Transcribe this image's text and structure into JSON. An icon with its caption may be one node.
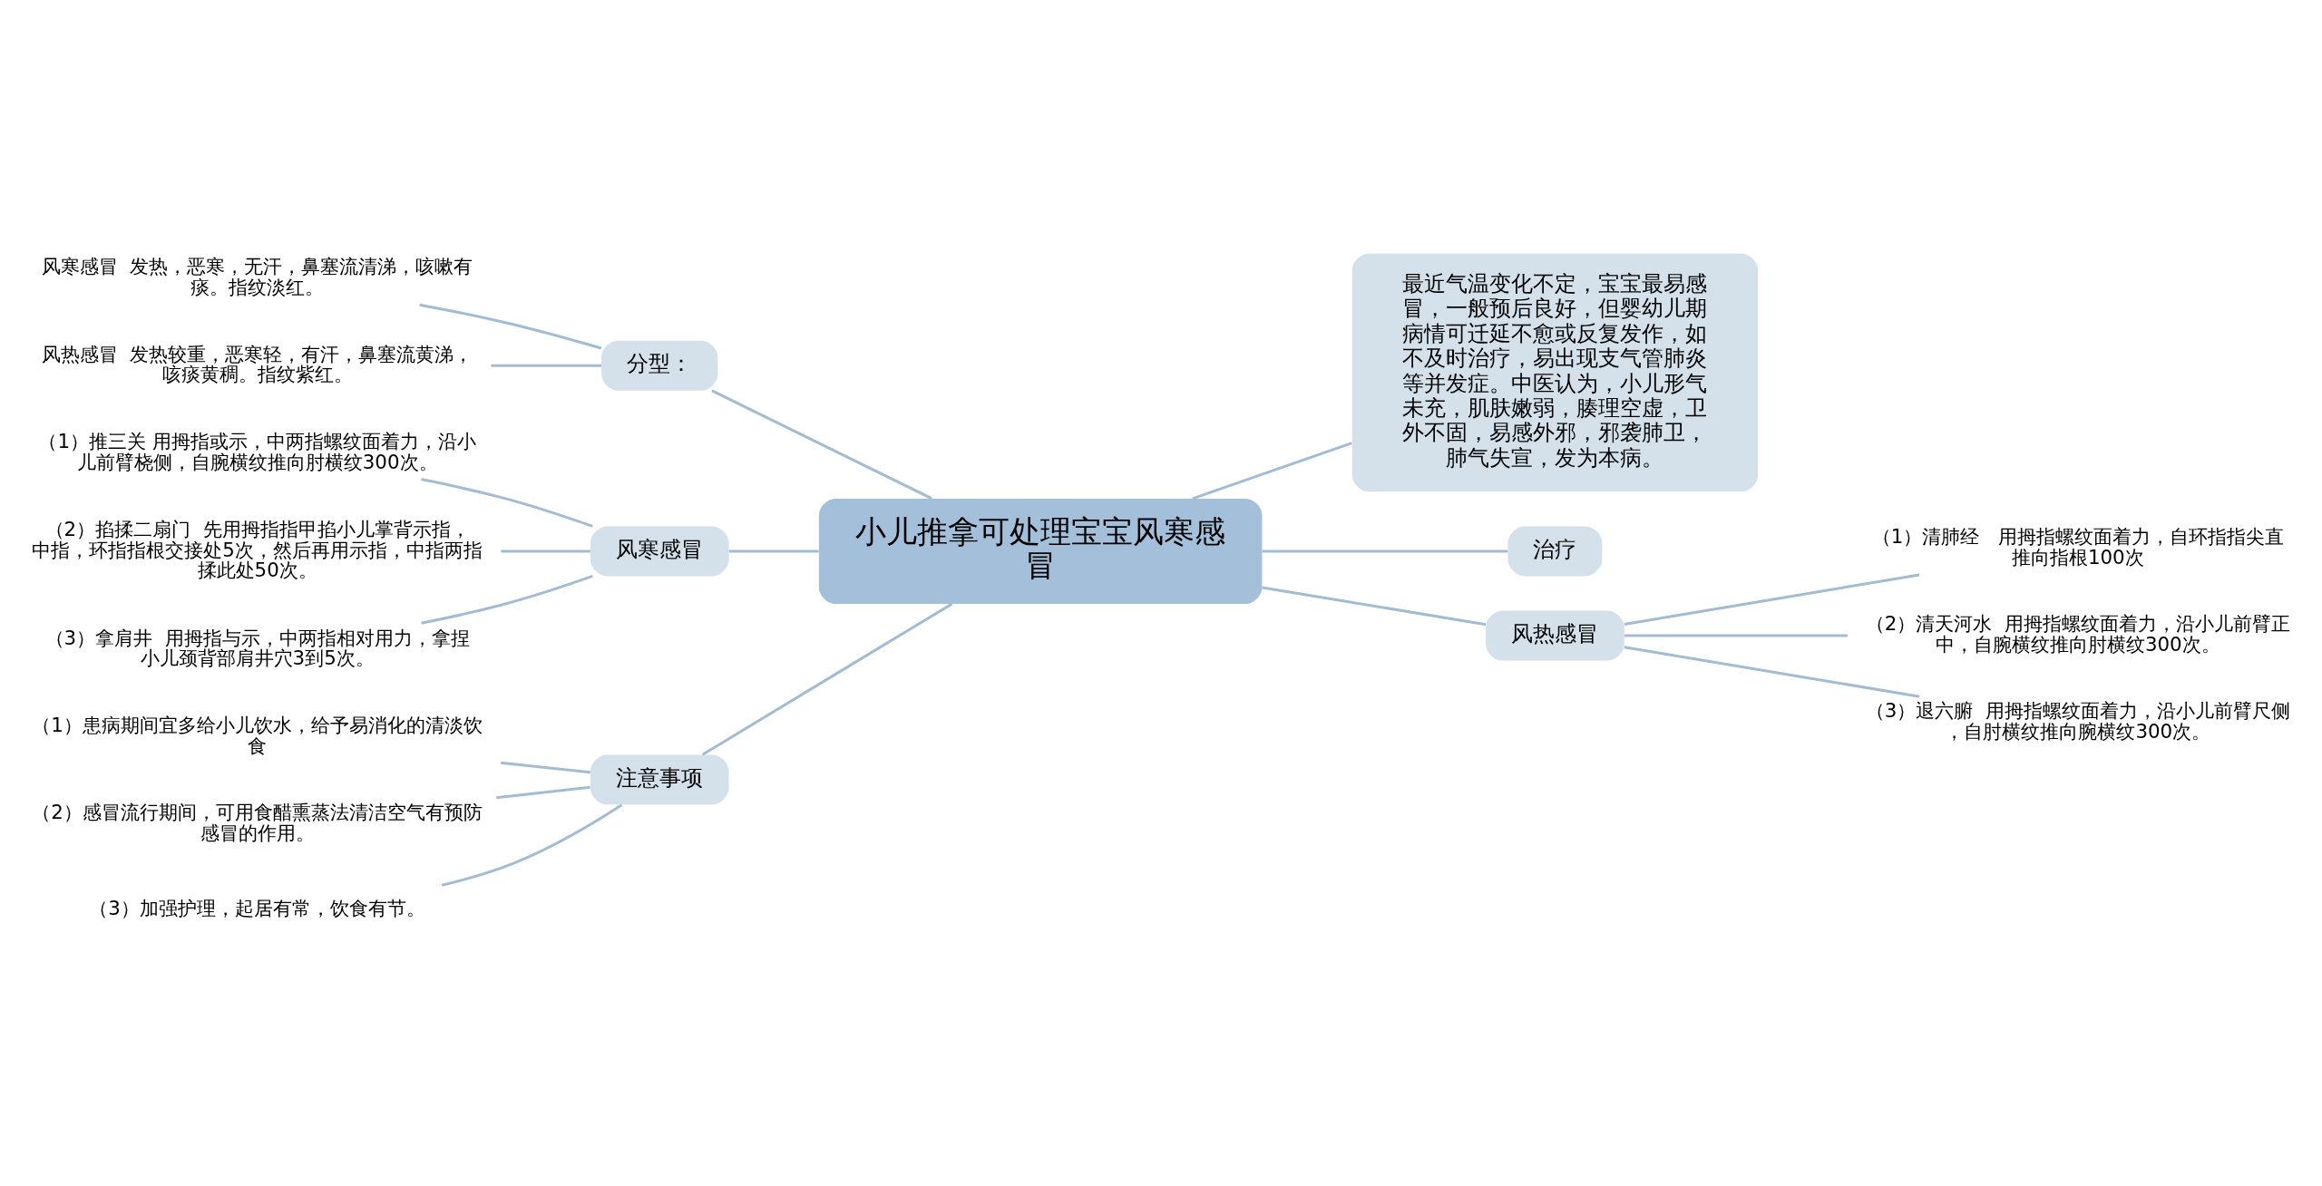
{
  "diagram": {
    "nodes": [
      {
        "text": [
          "小儿推拿可处理宝宝风寒感冒"
        ]
      },
      {
        "text": [
          "分型："
        ]
      },
      {
        "text": [
          "风寒感冒  发热，恶寒，无汗，鼻塞流清涕，咳嗽有痰。指纹淡红。"
        ]
      },
      {
        "text": [
          "风热感冒  发热较重，恶寒轻，有汗，鼻塞流黄涕，咳痰黄稠。指纹紫红。"
        ]
      },
      {
        "text": [
          "风寒感冒"
        ]
      },
      {
        "text": [
          "（1）推三关 用拇指或示，中两指螺纹面着力，沿小儿前臂桡侧，自腕横纹推向肘横纹300次。"
        ]
      },
      {
        "text": [
          "（2）掐揉二扇门  先用拇指指甲掐小儿掌背示指，中指，环指指根交接处5次，然后再用示指，中指两指揉此处50次。"
        ]
      },
      {
        "text": [
          "（3）拿肩井  用拇指与示，中两指相对用力，拿捏小儿颈背部肩井穴3到5次。"
        ]
      },
      {
        "text": [
          "注意事项"
        ]
      },
      {
        "text": [
          "（1）患病期间宜多给小儿饮水，给予易消化的清淡饮食"
        ]
      },
      {
        "text": [
          "（2）感冒流行期间，可用食醋熏蒸法清洁空气有预防感冒的作用。"
        ]
      },
      {
        "text": [
          "（3）加强护理，起居有常，饮食有节。"
        ]
      },
      {
        "text": [
          "最近气温变化不定，宝宝最易感冒，一般预后良好，但婴幼儿期病情可迁延不愈或反复发作，如不及时治疗，易出现支气管肺炎等并发症。中医认为，小儿形气未充，肌肤嫩弱，腠理空虚，卫外不固，易感外邪，邪袭肺卫，肺气失宣，发为本病。"
        ]
      },
      {
        "text": [
          "治疗"
        ]
      },
      {
        "text": [
          "风热感冒"
        ]
      },
      {
        "text": [
          "（1）清肺经   用拇指螺纹面着力，自环指指尖直推向指根100次"
        ]
      },
      {
        "text": [
          "（2）清天河水  用拇指螺纹面着力，沿小儿前臂正中，自腕横纹推向肘横纹300次。"
        ]
      },
      {
        "text": [
          "（3）退六腑  用拇指螺纹面着力，沿小儿前臂尺侧，自肘横纹推向腕横纹300次。"
        ]
      }
    ],
    "edges": [
      {
        "from": 0,
        "to": 1,
        "arrow": "none"
      },
      {
        "from": 1,
        "to": 2,
        "arrow": "none"
      },
      {
        "from": 1,
        "to": 3,
        "arrow": "none"
      },
      {
        "from": 0,
        "to": 4,
        "arrow": "none"
      },
      {
        "from": 4,
        "to": 5,
        "arrow": "none"
      },
      {
        "from": 4,
        "to": 6,
        "arrow": "none"
      },
      {
        "from": 4,
        "to": 7,
        "arrow": "none"
      },
      {
        "from": 0,
        "to": 8,
        "arrow": "none"
      },
      {
        "from": 8,
        "to": 9,
        "arrow": "none"
      },
      {
        "from": 8,
        "to": 10,
        "arrow": "none"
      },
      {
        "from": 8,
        "to": 11,
        "arrow": "none"
      },
      {
        "from": 0,
        "to": 12,
        "arrow": "none"
      },
      {
        "from": 0,
        "to": 13,
        "arrow": "none"
      },
      {
        "from": 0,
        "to": 14,
        "arrow": "none"
      },
      {
        "from": 14,
        "to": 15,
        "arrow": "none"
      },
      {
        "from": 14,
        "to": 16,
        "arrow": "none"
      },
      {
        "from": 14,
        "to": 17,
        "arrow": "none"
      }
    ]
  }
}
